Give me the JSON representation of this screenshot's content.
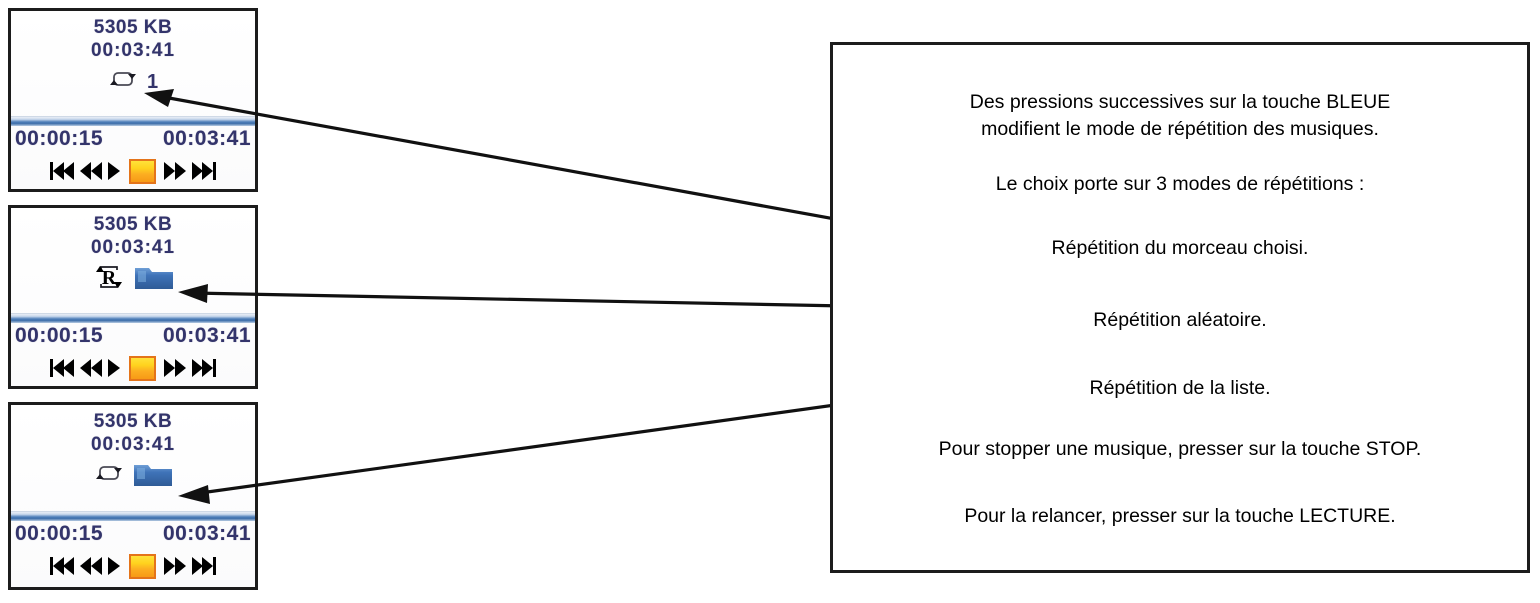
{
  "figure": {
    "type": "annotated-diagram",
    "language": "fr",
    "description": "Trois captures d'ecran du lecteur audio avec legendes des modes de repetition"
  },
  "panels": [
    {
      "id": "panel-repeat-one",
      "file_size": "5305 KB",
      "total_time": "00:03:41",
      "mode_icon": "repeat-loop-icon",
      "mode_value": "1",
      "has_folder": false,
      "elapsed_time": "00:00:15",
      "duration_time": "00:03:41",
      "transport": [
        "skip-back",
        "rewind",
        "play",
        "stop",
        "fast-forward",
        "skip-forward"
      ]
    },
    {
      "id": "panel-repeat-random",
      "file_size": "5305 KB",
      "total_time": "00:03:41",
      "mode_icon": "repeat-random-r-icon",
      "mode_value": "",
      "has_folder": true,
      "elapsed_time": "00:00:15",
      "duration_time": "00:03:41",
      "transport": [
        "skip-back",
        "rewind",
        "play",
        "stop",
        "fast-forward",
        "skip-forward"
      ]
    },
    {
      "id": "panel-repeat-list",
      "file_size": "5305 KB",
      "total_time": "00:03:41",
      "mode_icon": "repeat-loop-icon",
      "mode_value": "",
      "has_folder": true,
      "elapsed_time": "00:00:15",
      "duration_time": "00:03:41",
      "transport": [
        "skip-back",
        "rewind",
        "play",
        "stop",
        "fast-forward",
        "skip-forward"
      ]
    }
  ],
  "callout": {
    "lines": [
      "Des pressions successives sur la touche BLEUE\nmodifient le mode de répétition des musiques.",
      "Le choix porte sur 3 modes de répétitions :",
      "Répétition du morceau choisi.",
      "Répétition aléatoire.",
      "Répétition de la liste.",
      "Pour stopper une musique, presser sur la touche STOP.",
      "Pour la relancer, presser sur la touche LECTURE."
    ]
  },
  "colors": {
    "text_blue": "#33346b",
    "border_black": "#1c1c1c",
    "stop_orange": "#fcae21",
    "stop_border": "#e4741a",
    "rail_blue": "#4f7fba",
    "folder_blue": "#3f73b8",
    "callout_text": "#000000",
    "background": "#ffffff"
  }
}
